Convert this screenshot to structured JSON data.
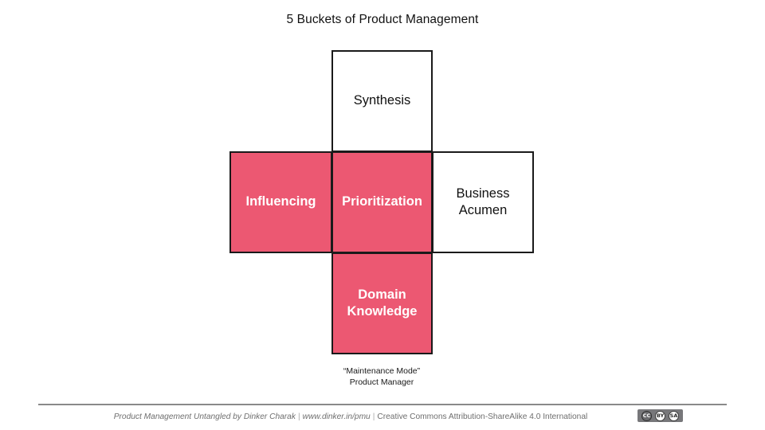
{
  "title": "5 Buckets of Product Management",
  "diagram": {
    "type": "cross-layout",
    "cells": [
      {
        "id": "synthesis",
        "label": "Synthesis",
        "fill": "white",
        "position": "top"
      },
      {
        "id": "influencing",
        "label": "Influencing",
        "fill": "pink",
        "position": "left"
      },
      {
        "id": "prioritization",
        "label": "Prioritization",
        "fill": "pink",
        "position": "center"
      },
      {
        "id": "business",
        "label": "Business\nAcumen",
        "line1": "Business",
        "line2": "Acumen",
        "fill": "white",
        "position": "right"
      },
      {
        "id": "domain",
        "label": "Domain\nKnowledge",
        "line1": "Domain",
        "line2": "Knowledge",
        "fill": "pink",
        "position": "bottom"
      }
    ],
    "caption_line1": "“Maintenance Mode”",
    "caption_line2": "Product Manager"
  },
  "colors": {
    "accent_pink": "#ec5872",
    "border_black": "#1a1a1a",
    "footer_gray": "#6e6e6e",
    "rule_gray": "#8a8a8a"
  },
  "footer": {
    "book": "Product Management Untangled by Dinker Charak",
    "separator": "|",
    "site": "www.dinker.in/pmu",
    "license": "Creative Commons Attribution-ShareAlike 4.0 International",
    "badge": {
      "name": "creative-commons-by-sa-badge",
      "marks": [
        "CC",
        "BY",
        "SA"
      ]
    }
  }
}
